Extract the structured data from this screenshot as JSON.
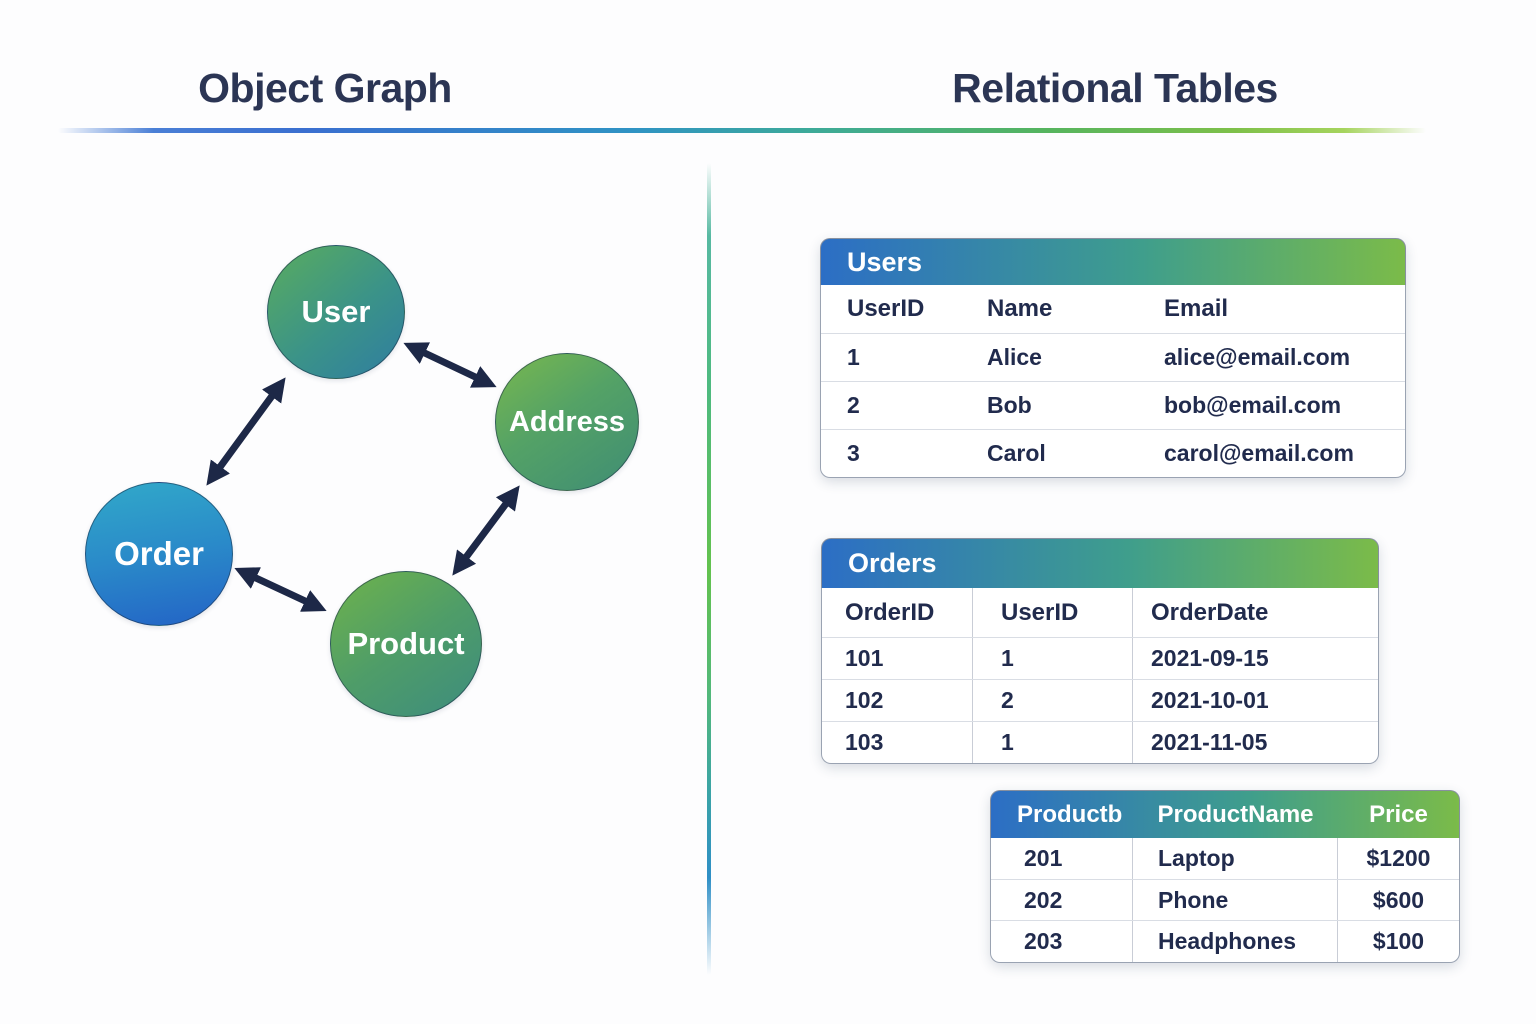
{
  "titles": {
    "left": "Object Graph",
    "right": "Relational Tables"
  },
  "graph": {
    "nodes": [
      {
        "label": "User"
      },
      {
        "label": "Address"
      },
      {
        "label": "Order"
      },
      {
        "label": "Product"
      }
    ],
    "edges": [
      {
        "from": "User",
        "to": "Address",
        "type": "bidirectional"
      },
      {
        "from": "User",
        "to": "Order",
        "type": "bidirectional"
      },
      {
        "from": "Order",
        "to": "Product",
        "type": "bidirectional"
      },
      {
        "from": "Product",
        "to": "Address",
        "type": "bidirectional"
      }
    ]
  },
  "tables": {
    "users": {
      "title": "Users",
      "columns": [
        "UserID",
        "Name",
        "Email"
      ],
      "rows": [
        [
          "1",
          "Alice",
          "alice@email.com"
        ],
        [
          "2",
          "Bob",
          "bob@email.com"
        ],
        [
          "3",
          "Carol",
          "carol@email.com"
        ]
      ]
    },
    "orders": {
      "title": "Orders",
      "columns": [
        "OrderID",
        "UserID",
        "OrderDate"
      ],
      "rows": [
        [
          "101",
          "1",
          "2021-09-15"
        ],
        [
          "102",
          "2",
          "2021-10-01"
        ],
        [
          "103",
          "1",
          "2021-11-05"
        ]
      ]
    },
    "products": {
      "columns": [
        "Productb",
        "ProductName",
        "Price"
      ],
      "rows": [
        [
          "201",
          "Laptop",
          "$1200"
        ],
        [
          "202",
          "Phone",
          "$600"
        ],
        [
          "203",
          "Headphones",
          "$100"
        ]
      ]
    }
  },
  "colors": {
    "heading_text": "#2b3554",
    "table_text": "#212b4d",
    "arrow": "#1d2847",
    "table_header_gradient": [
      "#2c6ec5",
      "#3f9e8c",
      "#7bbb49"
    ],
    "node_user_gradient": [
      "#57aa62",
      "#2f7da1"
    ],
    "node_address_gradient": [
      "#79b84e",
      "#3f8d74"
    ],
    "node_order_gradient": [
      "#31a9c9",
      "#2363c6"
    ],
    "node_product_gradient": [
      "#6fb34b",
      "#3d8c7e"
    ]
  }
}
